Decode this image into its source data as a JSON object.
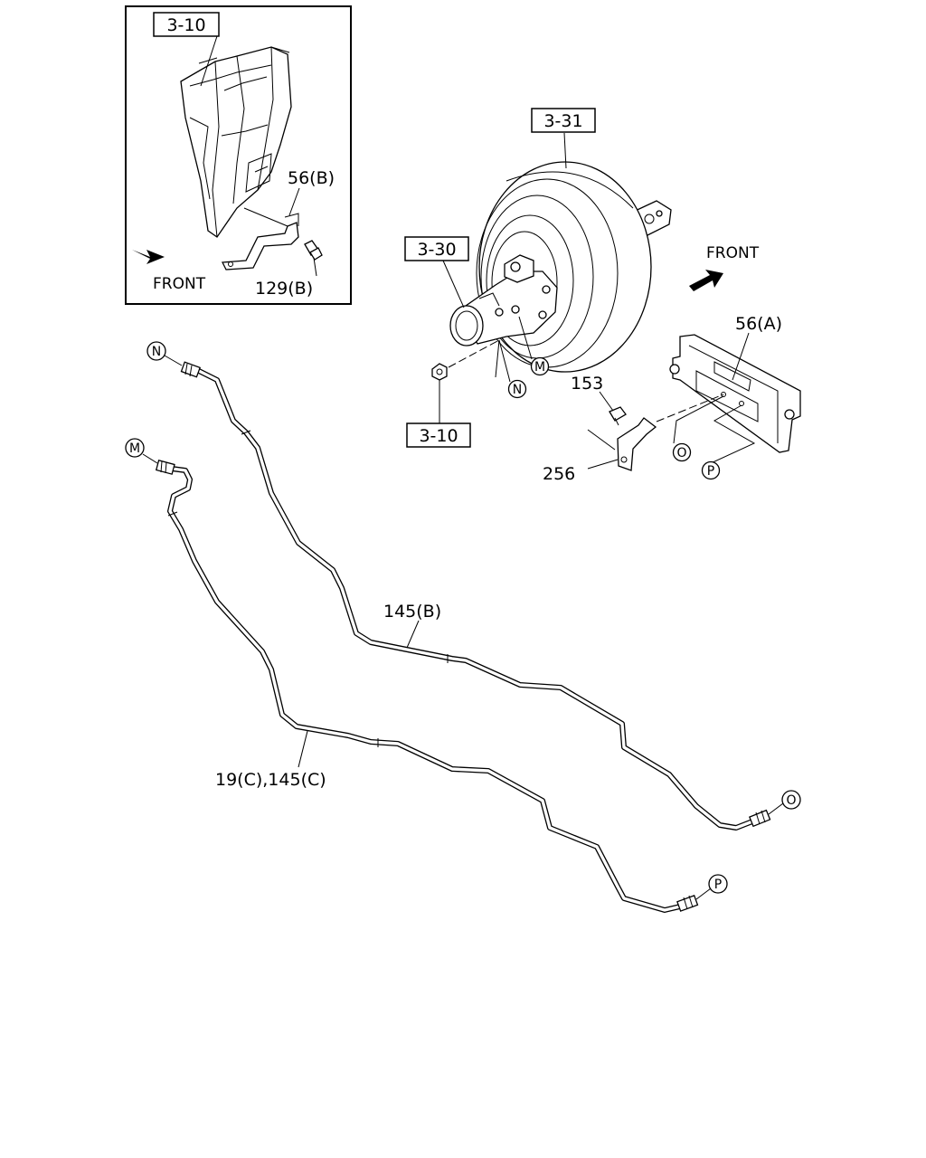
{
  "inset": {
    "ref_box": "3-10",
    "bracket_label": "56(B)",
    "bolt_label": "129(B)",
    "front_label": "FRONT"
  },
  "booster": {
    "booster_ref": "3-31",
    "master_cyl_ref": "3-30",
    "nut_ref": "3-10",
    "front_label": "FRONT"
  },
  "bracket": {
    "plate_label": "56(A)",
    "bolt_label": "153",
    "clip_label": "256"
  },
  "pipes": {
    "pipe_b_label": "145(B)",
    "pipe_c_label": "19(C),145(C)"
  },
  "connectors": {
    "n": "N",
    "m": "M",
    "o": "O",
    "p": "P"
  }
}
